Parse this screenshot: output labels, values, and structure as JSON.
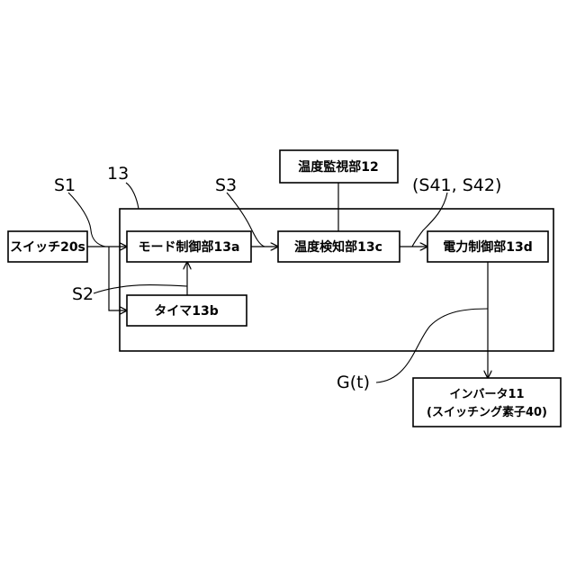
{
  "blocks": {
    "switch": "スイッチ20s",
    "mode_control": "モード制御部13a",
    "timer": "タイマ13b",
    "temp_detect": "温度検知部13c",
    "temp_monitor": "温度監視部12",
    "power_control": "電力制御部13d",
    "inverter_line1": "インバータ11",
    "inverter_line2": "(スイッチング素子40)"
  },
  "signals": {
    "s1": "S1",
    "s2": "S2",
    "s3": "S3",
    "s4": "(S41, S42)",
    "gt": "G(t)",
    "controller_ref": "13"
  }
}
